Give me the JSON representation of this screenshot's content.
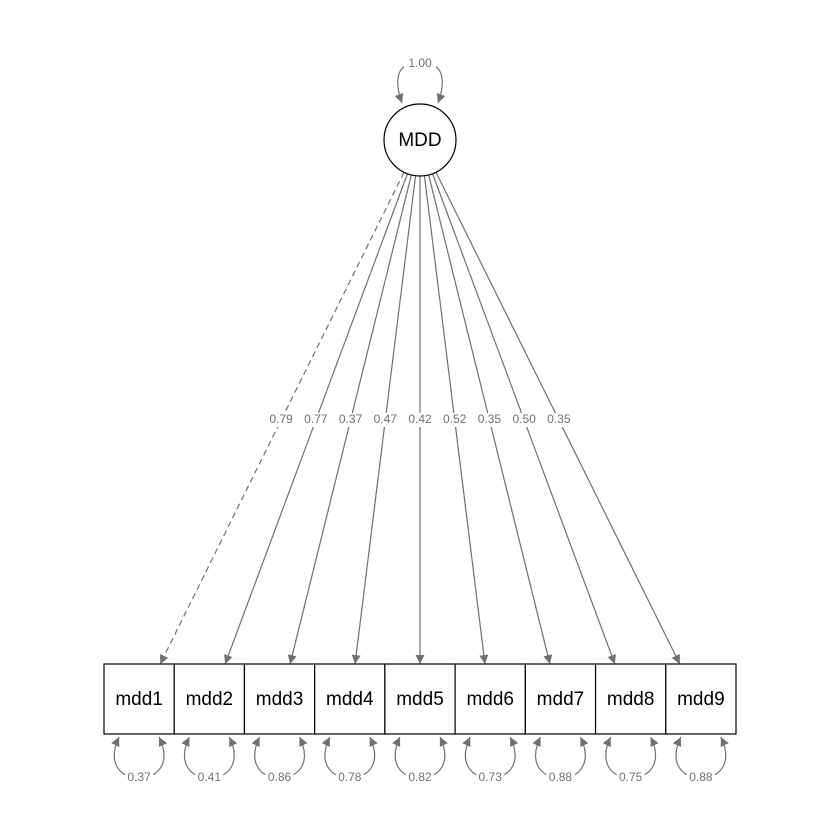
{
  "latent": {
    "name": "MDD",
    "variance": "1.00"
  },
  "indicators": [
    {
      "name": "mdd1",
      "loading": "0.79",
      "residual": "0.37",
      "fixed": true
    },
    {
      "name": "mdd2",
      "loading": "0.77",
      "residual": "0.41",
      "fixed": false
    },
    {
      "name": "mdd3",
      "loading": "0.37",
      "residual": "0.86",
      "fixed": false
    },
    {
      "name": "mdd4",
      "loading": "0.47",
      "residual": "0.78",
      "fixed": false
    },
    {
      "name": "mdd5",
      "loading": "0.42",
      "residual": "0.82",
      "fixed": false
    },
    {
      "name": "mdd6",
      "loading": "0.52",
      "residual": "0.73",
      "fixed": false
    },
    {
      "name": "mdd7",
      "loading": "0.35",
      "residual": "0.88",
      "fixed": false
    },
    {
      "name": "mdd8",
      "loading": "0.50",
      "residual": "0.75",
      "fixed": false
    },
    {
      "name": "mdd9",
      "loading": "0.35",
      "residual": "0.88",
      "fixed": false
    }
  ],
  "colors": {
    "edge": "#707070",
    "node_border": "#000000"
  }
}
